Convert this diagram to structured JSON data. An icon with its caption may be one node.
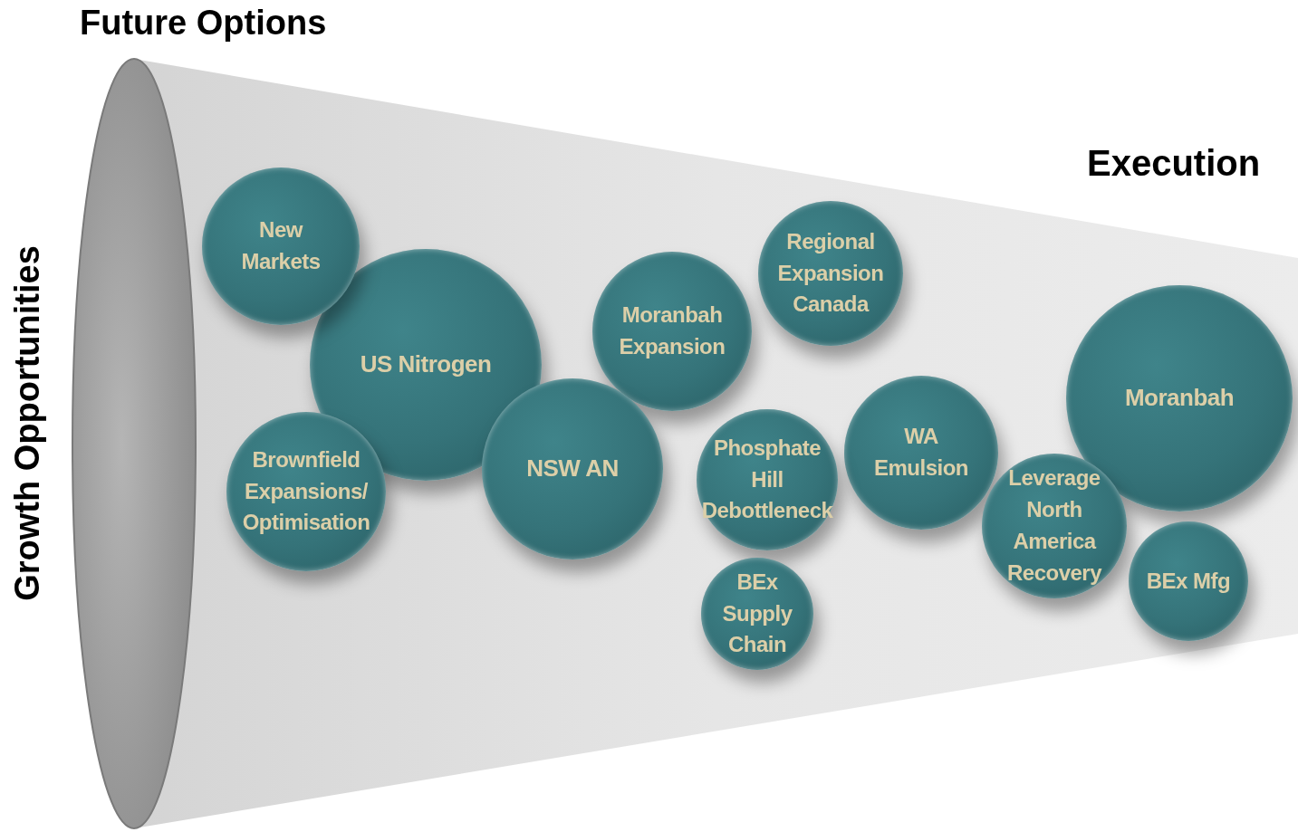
{
  "diagram": {
    "nodes": [
      {
        "text": [
          "New Markets"
        ]
      },
      {
        "text": [
          "US Nitrogen"
        ]
      },
      {
        "text": [
          "Regional Expansion Canada"
        ]
      },
      {
        "text": [
          "Moranbah Expansion"
        ]
      },
      {
        "text": [
          "Moranbah"
        ]
      },
      {
        "text": [
          "WA Emulsion"
        ]
      },
      {
        "text": [
          "NSW AN"
        ]
      },
      {
        "text": [
          "Brownfield Expansions/ Optimisation"
        ]
      },
      {
        "text": [
          "Phosphate Hill Debottleneck"
        ]
      },
      {
        "text": [
          "Leverage North America Recovery"
        ]
      },
      {
        "text": [
          "BEx Mfg"
        ]
      },
      {
        "text": [
          "BEx Supply Chain"
        ]
      }
    ],
    "labels": [
      "Future Options",
      "Execution",
      "Growth Opportunities"
    ]
  }
}
